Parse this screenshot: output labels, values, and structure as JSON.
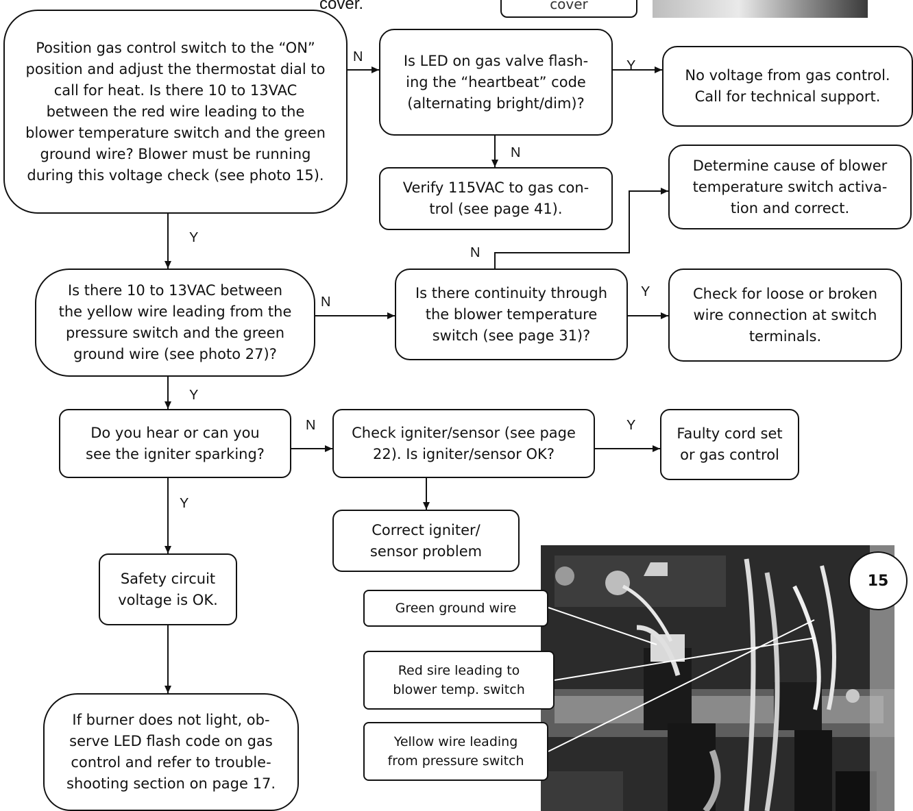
{
  "top_fragment_left": "cover.",
  "top_fragment_box": "cover",
  "boxes": {
    "position_gas": "Position gas control switch to the “ON” position and adjust the thermostat dial to call for heat. Is there 10 to 13VAC between the red wire leading to the blower temperature switch and the green ground wire? Blower must be running during this voltage check (see photo 15).",
    "led_flashing": "Is LED on gas valve flash-\ning the “heartbeat” code\n(alternating bright/dim)?",
    "no_voltage": "No voltage from gas control.\nCall for technical support.",
    "verify_115": "Verify 115VAC to gas con-\ntrol (see page 41).",
    "determine_cause": "Determine cause of blower\ntemperature switch activa-\ntion and correct.",
    "yellow_wire_q": "Is there 10 to 13VAC between\nthe yellow wire leading from the\npressure switch and the green\nground wire (see photo 27)?",
    "continuity": "Is there continuity through\nthe blower temperature\nswitch (see page 31)?",
    "loose_wire": "Check for loose or broken\nwire connection at switch\nterminals.",
    "hear_spark": "Do you hear or can you\nsee the igniter sparking?",
    "check_igniter": "Check igniter/sensor (see page\n22). Is igniter/sensor OK?",
    "faulty_cord": "Faulty cord set\nor gas control",
    "correct_igniter": "Correct igniter/\nsensor problem",
    "safety_ok": "Safety circuit\nvoltage is OK.",
    "burner": "If burner does not light, ob-\nserve LED flash code on gas\ncontrol and refer to trouble-\nshooting section on page 17."
  },
  "labels": {
    "n1": "N",
    "y1": "Y",
    "n2": "N",
    "y2": "Y",
    "n3": "N",
    "n4": "N",
    "y3": "Y",
    "y4": "Y",
    "n5": "N",
    "y5": "Y",
    "y6": "Y"
  },
  "photo": {
    "number": "15",
    "callouts": {
      "green": "Green ground wire",
      "red": "Red sire leading to\nblower temp. switch",
      "yellow": "Yellow wire leading\nfrom pressure switch"
    }
  }
}
